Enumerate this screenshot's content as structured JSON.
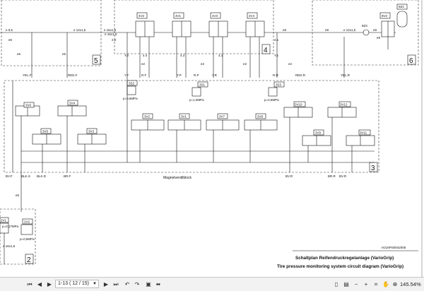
{
  "diagram": {
    "drawing_id": "H216PS0042005",
    "title_de": "Schaltplan Reifendruckregelanlage (VarioGrip)",
    "title_en": "Tire pressure monitoring system circuit diagram (VarioGrip)",
    "block_label": "Magnetventilblock",
    "box_numbers": [
      "5",
      "4",
      "6",
      "3",
      "2"
    ],
    "line_labels": [
      "YEL.F",
      "RED.F",
      "RED.R",
      "YEL.R",
      "Y.F",
      "R.F",
      "Y.P",
      "R.P",
      "Y.R",
      "R.R",
      "Y.2",
      "Y.1",
      "2.2",
      "2.1",
      "4.4",
      "4.3",
      "4.1"
    ],
    "port_labels": [
      "BV.F",
      "BLK.S",
      "BLK.D",
      "BR.F",
      "BV.R",
      "BR.R",
      "BV.R"
    ],
    "pipe_labels": [
      "e 12x1,5",
      "e 16x1,5",
      "e 12x1,5",
      "e 16x1,5",
      "e9",
      "e9",
      "e9",
      "e9",
      "e6",
      "e5",
      "e2",
      "e2",
      "e2",
      "e2",
      "e6",
      "e 16x1,5"
    ],
    "valve_labels": [
      "4V2",
      "4V1",
      "4V3",
      "4V4",
      "8V2",
      "3V6",
      "3V4",
      "3V5",
      "3V3",
      "3V2",
      "3V1",
      "3V7",
      "3V8",
      "3V10",
      "3V12",
      "3V9",
      "3V11",
      "2V1",
      "2V2"
    ],
    "sensor_labels": [
      "3S2",
      "3S1",
      "3S3"
    ],
    "misc_labels": [
      "6Z4",
      "8Z3",
      "e 9,5",
      "p=0,6MPa",
      "p=1,0MPa",
      "p=0,6MPa",
      "p=0,17MPa",
      "p=0,5MPa"
    ]
  },
  "toolbar": {
    "page_value": "1-13 ( 12 / 15)",
    "zoom": "145.54%",
    "icons": [
      "first-page-icon",
      "prev-page-icon",
      "next-page-icon",
      "last-page-icon",
      "back-icon",
      "forward-icon",
      "fit-page-icon",
      "fit-width-icon",
      "single-page-icon",
      "continuous-page-icon",
      "zoom-out-icon",
      "zoom-in-icon",
      "crop-icon",
      "select-icon",
      "hand-icon",
      "marquee-zoom-icon"
    ]
  }
}
